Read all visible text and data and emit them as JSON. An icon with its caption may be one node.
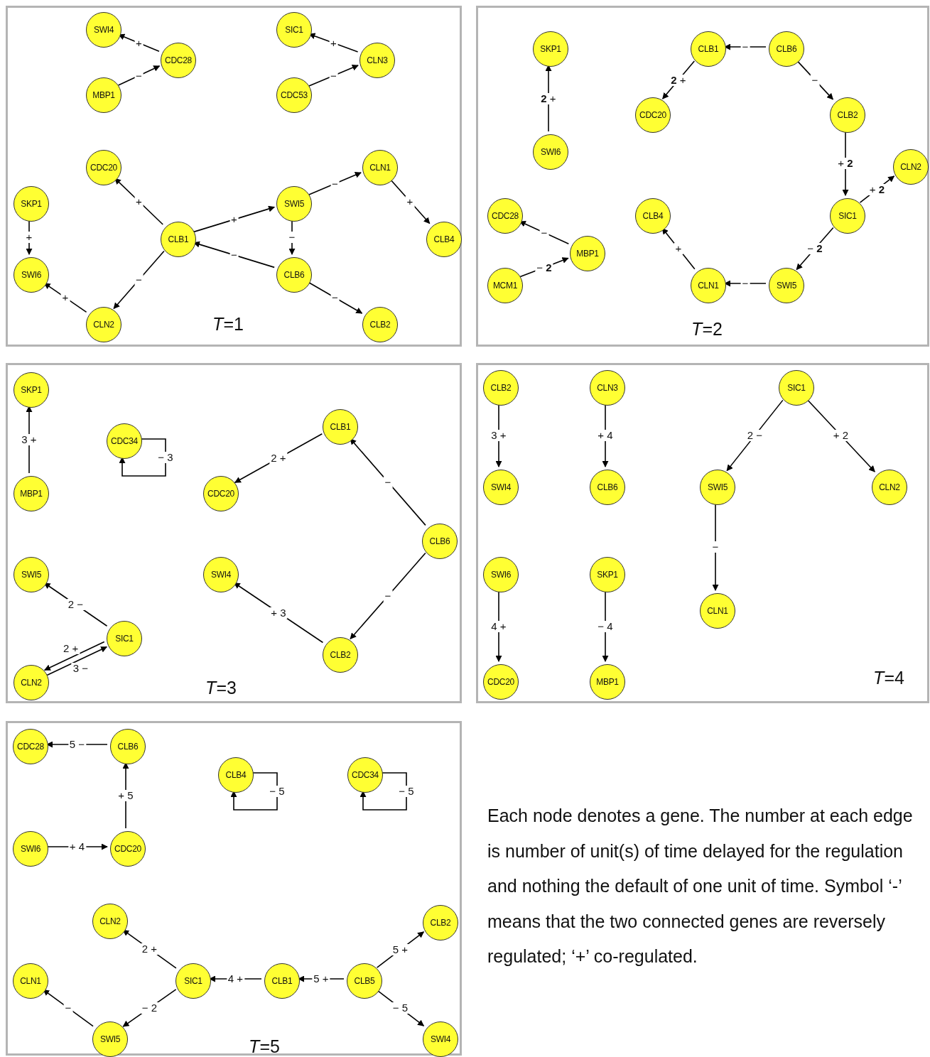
{
  "diagram": {
    "caption": "Each node denotes a gene. The number at each edge is number of unit(s) of time delayed for the regulation and nothing the default of one unit of time. Symbol ‘-’ means that the two connected genes are reversely regulated; ‘+’ co-regulated.",
    "nodes": [
      {
        "text": [
          "*T*=1"
        ]
      },
      {
        "text": [
          "SWI4"
        ],
        "in": 0
      },
      {
        "text": [
          "CDC28"
        ],
        "in": 0
      },
      {
        "text": [
          "MBP1"
        ],
        "in": 0
      },
      {
        "text": [
          "SIC1"
        ],
        "in": 0
      },
      {
        "text": [
          "CLN3"
        ],
        "in": 0
      },
      {
        "text": [
          "CDC53"
        ],
        "in": 0
      },
      {
        "text": [
          "CDC20"
        ],
        "in": 0
      },
      {
        "text": [
          "CLN1"
        ],
        "in": 0
      },
      {
        "text": [
          "SKP1"
        ],
        "in": 0
      },
      {
        "text": [
          "SWI5"
        ],
        "in": 0
      },
      {
        "text": [
          "CLB1"
        ],
        "in": 0
      },
      {
        "text": [
          "CLB4"
        ],
        "in": 0
      },
      {
        "text": [
          "SWI6"
        ],
        "in": 0
      },
      {
        "text": [
          "CLB6"
        ],
        "in": 0
      },
      {
        "text": [
          "CLN2"
        ],
        "in": 0
      },
      {
        "text": [
          "CLB2"
        ],
        "in": 0
      },
      {
        "text": [
          "*T*=2"
        ]
      },
      {
        "text": [
          "SKP1"
        ],
        "in": 17
      },
      {
        "text": [
          "CLB1"
        ],
        "in": 17
      },
      {
        "text": [
          "CLB6"
        ],
        "in": 17
      },
      {
        "text": [
          "CDC20"
        ],
        "in": 17
      },
      {
        "text": [
          "CLB2"
        ],
        "in": 17
      },
      {
        "text": [
          "SWI6"
        ],
        "in": 17
      },
      {
        "text": [
          "CLN2"
        ],
        "in": 17
      },
      {
        "text": [
          "CDC28"
        ],
        "in": 17
      },
      {
        "text": [
          "CLB4"
        ],
        "in": 17
      },
      {
        "text": [
          "SIC1"
        ],
        "in": 17
      },
      {
        "text": [
          "MBP1"
        ],
        "in": 17
      },
      {
        "text": [
          "MCM1"
        ],
        "in": 17
      },
      {
        "text": [
          "CLN1"
        ],
        "in": 17
      },
      {
        "text": [
          "SWI5"
        ],
        "in": 17
      },
      {
        "text": [
          "*T*=3"
        ]
      },
      {
        "text": [
          "SKP1"
        ],
        "in": 32
      },
      {
        "text": [
          "CDC34"
        ],
        "in": 32
      },
      {
        "text": [
          "CLB1"
        ],
        "in": 32
      },
      {
        "text": [
          "MBP1"
        ],
        "in": 32
      },
      {
        "text": [
          "CDC20"
        ],
        "in": 32
      },
      {
        "text": [
          "CLB6"
        ],
        "in": 32
      },
      {
        "text": [
          "SWI5"
        ],
        "in": 32
      },
      {
        "text": [
          "SWI4"
        ],
        "in": 32
      },
      {
        "text": [
          "SIC1"
        ],
        "in": 32
      },
      {
        "text": [
          "CLB2"
        ],
        "in": 32
      },
      {
        "text": [
          "CLN2"
        ],
        "in": 32
      },
      {
        "text": [
          "*T*=4"
        ]
      },
      {
        "text": [
          "CLB2"
        ],
        "in": 44
      },
      {
        "text": [
          "CLN3"
        ],
        "in": 44
      },
      {
        "text": [
          "SIC1"
        ],
        "in": 44
      },
      {
        "text": [
          "SWI4"
        ],
        "in": 44
      },
      {
        "text": [
          "CLB6"
        ],
        "in": 44
      },
      {
        "text": [
          "SWI5"
        ],
        "in": 44
      },
      {
        "text": [
          "CLN2"
        ],
        "in": 44
      },
      {
        "text": [
          "SWI6"
        ],
        "in": 44
      },
      {
        "text": [
          "SKP1"
        ],
        "in": 44
      },
      {
        "text": [
          "CLN1"
        ],
        "in": 44
      },
      {
        "text": [
          "CDC20"
        ],
        "in": 44
      },
      {
        "text": [
          "MBP1"
        ],
        "in": 44
      },
      {
        "text": [
          "*T*=5"
        ]
      },
      {
        "text": [
          "CDC28"
        ],
        "in": 57
      },
      {
        "text": [
          "CLB6"
        ],
        "in": 57
      },
      {
        "text": [
          "CLB4"
        ],
        "in": 57
      },
      {
        "text": [
          "CDC34"
        ],
        "in": 57
      },
      {
        "text": [
          "SWI6"
        ],
        "in": 57
      },
      {
        "text": [
          "CDC20"
        ],
        "in": 57
      },
      {
        "text": [
          "CLN2"
        ],
        "in": 57
      },
      {
        "text": [
          "CLB2"
        ],
        "in": 57
      },
      {
        "text": [
          "CLN1"
        ],
        "in": 57
      },
      {
        "text": [
          "SIC1"
        ],
        "in": 57
      },
      {
        "text": [
          "CLB1"
        ],
        "in": 57
      },
      {
        "text": [
          "CLB5"
        ],
        "in": 57
      },
      {
        "text": [
          "SWI5"
        ],
        "in": 57
      },
      {
        "text": [
          "SWI4"
        ],
        "in": 57
      }
    ],
    "edges": [
      {
        "from": 2,
        "to": 1,
        "arrow": "to",
        "label": "+"
      },
      {
        "from": 3,
        "to": 2,
        "arrow": "to",
        "label": "−"
      },
      {
        "from": 5,
        "to": 4,
        "arrow": "to",
        "label": "+"
      },
      {
        "from": 6,
        "to": 5,
        "arrow": "to",
        "label": "−"
      },
      {
        "from": 11,
        "to": 7,
        "arrow": "to",
        "label": "+"
      },
      {
        "from": 11,
        "to": 10,
        "arrow": "to",
        "label": "+"
      },
      {
        "from": 10,
        "to": 8,
        "arrow": "to",
        "label": "−"
      },
      {
        "from": 8,
        "to": 12,
        "arrow": "to",
        "label": "+"
      },
      {
        "from": 10,
        "to": 14,
        "arrow": "to",
        "label": "−"
      },
      {
        "from": 14,
        "to": 11,
        "arrow": "to",
        "label": "−"
      },
      {
        "from": 14,
        "to": 16,
        "arrow": "to",
        "label": "−"
      },
      {
        "from": 11,
        "to": 15,
        "arrow": "to",
        "label": "−"
      },
      {
        "from": 15,
        "to": 13,
        "arrow": "to",
        "label": "+"
      },
      {
        "from": 9,
        "to": 13,
        "arrow": "to",
        "label": "+"
      },
      {
        "from": 23,
        "to": 18,
        "arrow": "to",
        "label": "**2** +"
      },
      {
        "from": 20,
        "to": 19,
        "arrow": "to",
        "label": "−"
      },
      {
        "from": 19,
        "to": 21,
        "arrow": "to",
        "label": "**2** +"
      },
      {
        "from": 20,
        "to": 22,
        "arrow": "to",
        "label": "−"
      },
      {
        "from": 22,
        "to": 27,
        "arrow": "to",
        "label": "+ **2**"
      },
      {
        "from": 27,
        "to": 24,
        "arrow": "to",
        "label": "+ **2**"
      },
      {
        "from": 27,
        "to": 31,
        "arrow": "to",
        "label": "− **2**"
      },
      {
        "from": 31,
        "to": 30,
        "arrow": "to",
        "label": "−"
      },
      {
        "from": 30,
        "to": 26,
        "arrow": "to",
        "label": "+"
      },
      {
        "from": 28,
        "to": 25,
        "arrow": "to",
        "label": "−"
      },
      {
        "from": 29,
        "to": 28,
        "arrow": "to",
        "label": "− **2**"
      },
      {
        "from": 36,
        "to": 33,
        "arrow": "to",
        "label": "3 +"
      },
      {
        "from": 34,
        "to": 34,
        "arrow": "to",
        "label": "− 3"
      },
      {
        "from": 35,
        "to": 37,
        "arrow": "to",
        "label": "2 +"
      },
      {
        "from": 38,
        "to": 35,
        "arrow": "to",
        "label": "−"
      },
      {
        "from": 38,
        "to": 42,
        "arrow": "to",
        "label": "−"
      },
      {
        "from": 42,
        "to": 40,
        "arrow": "to",
        "label": "+ 3"
      },
      {
        "from": 41,
        "to": 39,
        "arrow": "to",
        "label": "2 −"
      },
      {
        "from": 43,
        "to": 41,
        "arrow": "to",
        "label": "3 −"
      },
      {
        "from": 41,
        "to": 43,
        "arrow": "to",
        "label": "2 +"
      },
      {
        "from": 45,
        "to": 48,
        "arrow": "to",
        "label": "3 +"
      },
      {
        "from": 46,
        "to": 49,
        "arrow": "to",
        "label": "+ 4"
      },
      {
        "from": 47,
        "to": 50,
        "arrow": "to",
        "label": "2 −"
      },
      {
        "from": 47,
        "to": 51,
        "arrow": "to",
        "label": "+ 2"
      },
      {
        "from": 50,
        "to": 54,
        "arrow": "to",
        "label": "−"
      },
      {
        "from": 52,
        "to": 55,
        "arrow": "to",
        "label": "4 +"
      },
      {
        "from": 53,
        "to": 56,
        "arrow": "to",
        "label": "− 4"
      },
      {
        "from": 59,
        "to": 58,
        "arrow": "to",
        "label": "5 −"
      },
      {
        "from": 63,
        "to": 59,
        "arrow": "to",
        "label": "+ 5"
      },
      {
        "from": 60,
        "to": 60,
        "arrow": "to",
        "label": "− 5"
      },
      {
        "from": 61,
        "to": 61,
        "arrow": "to",
        "label": "− 5"
      },
      {
        "from": 62,
        "to": 63,
        "arrow": "to",
        "label": "+ 4"
      },
      {
        "from": 67,
        "to": 64,
        "arrow": "to",
        "label": "2 +"
      },
      {
        "from": 67,
        "to": 70,
        "arrow": "to",
        "label": "− 2"
      },
      {
        "from": 70,
        "to": 66,
        "arrow": "to",
        "label": "−"
      },
      {
        "from": 68,
        "to": 67,
        "arrow": "to",
        "label": "4 +"
      },
      {
        "from": 69,
        "to": 68,
        "arrow": "to",
        "label": "5 +"
      },
      {
        "from": 69,
        "to": 65,
        "arrow": "to",
        "label": "5 +"
      },
      {
        "from": 69,
        "to": 71,
        "arrow": "to",
        "label": "− 5"
      }
    ]
  }
}
